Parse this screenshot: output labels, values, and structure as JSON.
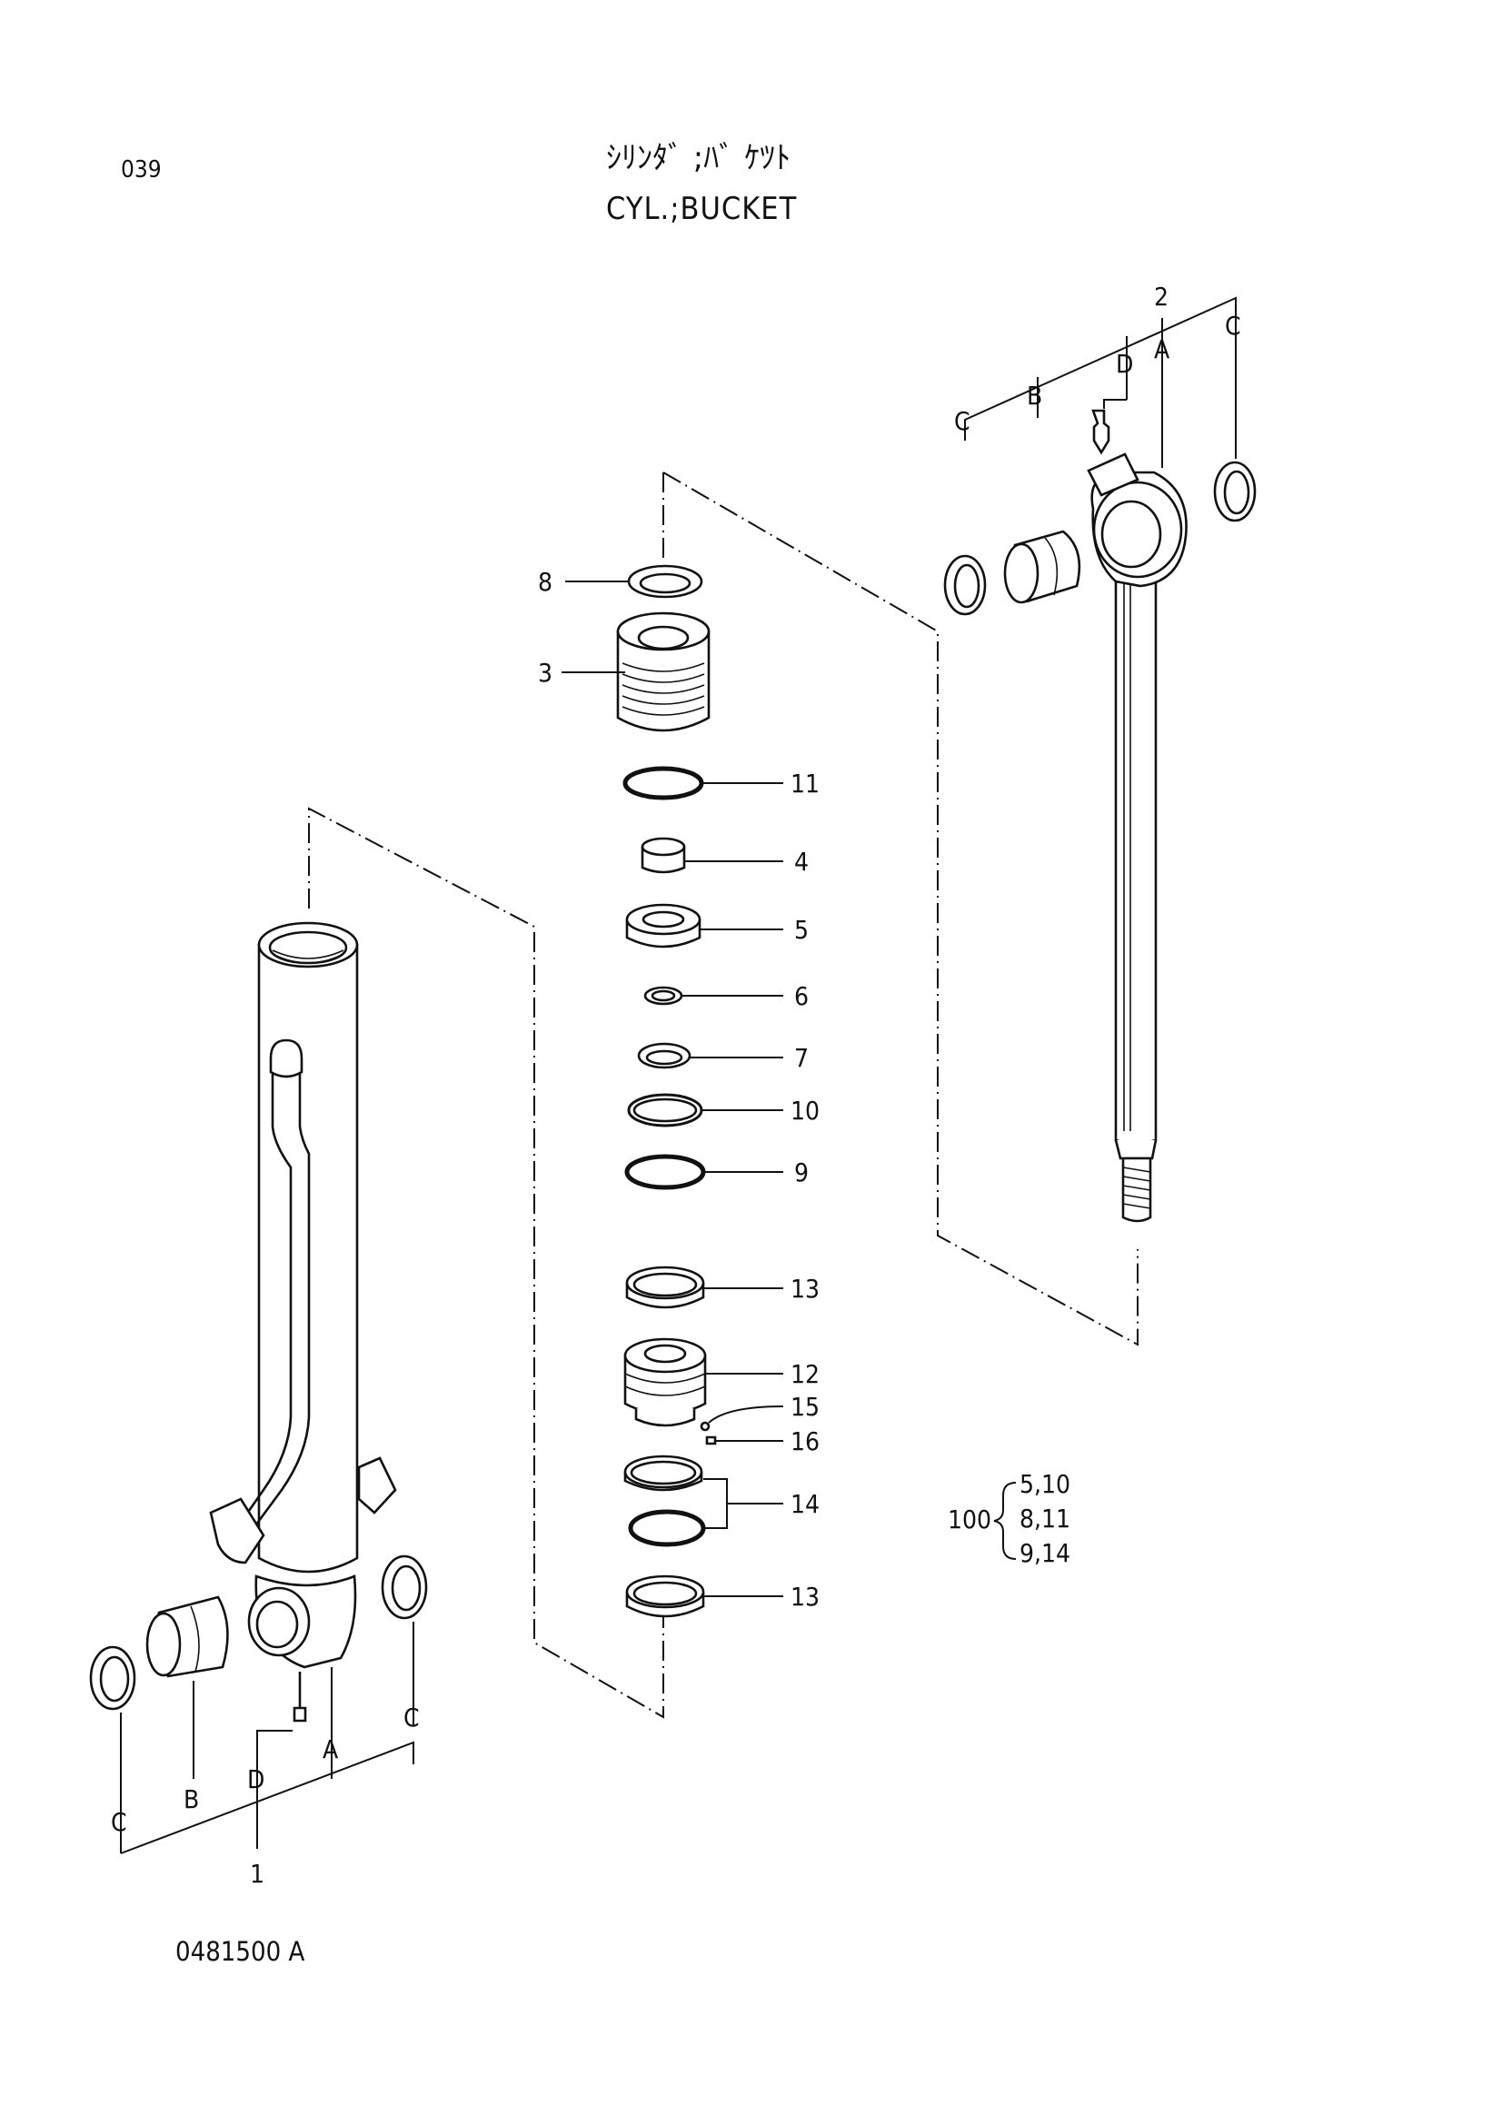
{
  "header": {
    "page_number": "039",
    "title_jp": "ｼﾘﾝﾀﾞ ;ﾊﾞ ｹﾂﾄ",
    "title_en": "CYL.;BUCKET"
  },
  "footer": {
    "drawing_number": "0481500 A"
  },
  "callouts": {
    "p1": "1",
    "p2": "2",
    "p3": "3",
    "p4": "4",
    "p5": "5",
    "p6": "6",
    "p7": "7",
    "p8": "8",
    "p9": "9",
    "p10": "10",
    "p11": "11",
    "p12": "12",
    "p13a": "13",
    "p13b": "13",
    "p14": "14",
    "p15": "15",
    "p16": "16"
  },
  "letters": {
    "rod_A": "A",
    "rod_B": "B",
    "rod_C_left": "C",
    "rod_C_right": "C",
    "rod_D": "D",
    "tube_A": "A",
    "tube_B": "B",
    "tube_C_left": "C",
    "tube_C_right": "C",
    "tube_D": "D"
  },
  "kit": {
    "number": "100",
    "lines": [
      "5,10",
      "8,11",
      "9,14"
    ]
  }
}
